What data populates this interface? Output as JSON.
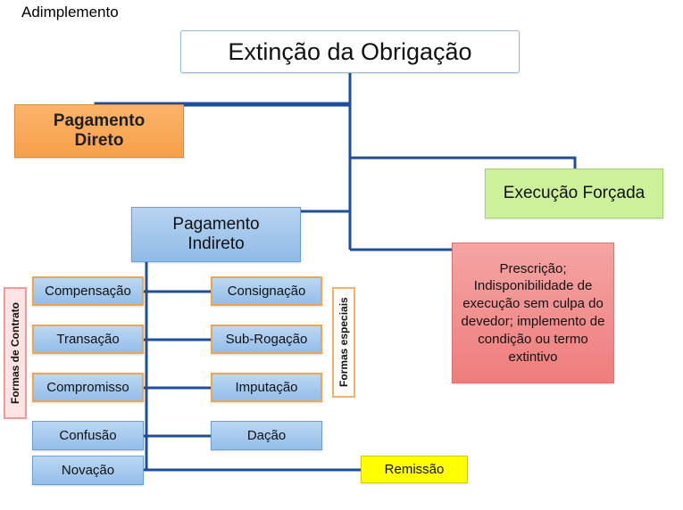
{
  "diagram": {
    "note": "Adimplemento",
    "root": "Extinção da Obrigação",
    "branches": {
      "pagamento_direto": "Pagamento\nDireto",
      "pagamento_direto_line1": "Pagamento",
      "pagamento_direto_line2": "Direto",
      "execucao_forcada": "Execução Forçada",
      "pagamento_indireto_line1": "Pagamento",
      "pagamento_indireto_line2": "Indireto",
      "prescricao": "Prescrição; Indisponibilidade de execução sem culpa do devedor; implemento de condição ou termo extintivo"
    },
    "left_column": [
      "Compensação",
      "Transação",
      "Compromisso",
      "Confusão",
      "Novação"
    ],
    "right_column": [
      "Consignação",
      "Sub-Rogação",
      "Imputação",
      "Dação"
    ],
    "remissao": "Remissão",
    "vertical_labels": {
      "contrato": "Formas de Contrato",
      "especiais": "Formas especiais"
    },
    "colors": {
      "line": "#1f4e9c",
      "orange": "#f6a04a",
      "green": "#cdf09a",
      "blue": "#93bde9",
      "red": "#ef7d7d",
      "yellow": "#ffff00"
    }
  }
}
